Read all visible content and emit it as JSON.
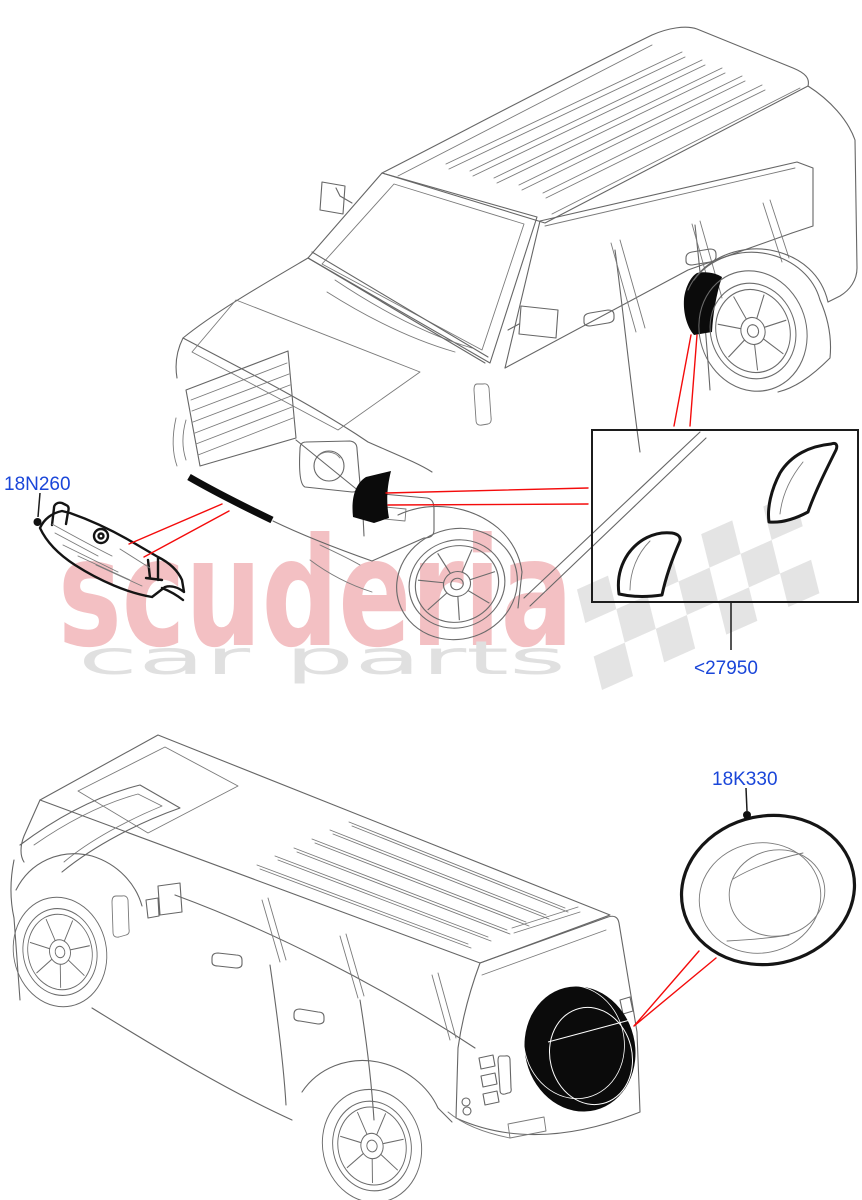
{
  "diagram": {
    "labels": {
      "underbody_shield": "18N260",
      "wheel_arch_protection": "<27950",
      "spare_wheel_cover": "18K330"
    },
    "watermark": {
      "brand": "scuderia",
      "tagline": "car parts"
    },
    "colors": {
      "label_blue": "#1a46d9",
      "leader_red": "#f40b0b",
      "artwork_line": "#666666",
      "artwork_bold": "#141414",
      "accent_fill": "#0b0b0b",
      "watermark_pink": "#f3c0c3",
      "watermark_gray": "#e0e0e0",
      "checker_gray": "#e3e3e3",
      "background": "#ffffff"
    }
  }
}
